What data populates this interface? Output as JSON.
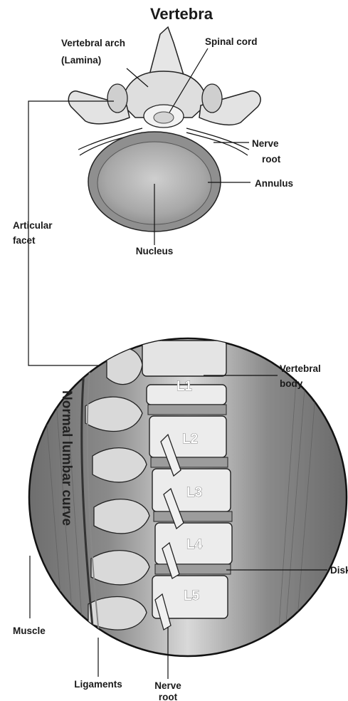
{
  "title": "Vertebra",
  "labels": {
    "vertebral_arch_line1": "Vertebral arch",
    "vertebral_arch_line2": "(Lamina)",
    "spinal_cord": "Spinal cord",
    "nerve_root_top_line1": "Nerve",
    "nerve_root_top_line2": "root",
    "annulus": "Annulus",
    "articular_facet_line1": "Articular",
    "articular_facet_line2": "facet",
    "nucleus": "Nucleus",
    "vertebral_body_line1": "Vertebral",
    "vertebral_body_line2": "body",
    "disk": "Disk",
    "muscle": "Muscle",
    "ligaments": "Ligaments",
    "nerve_root_bottom_line1": "Nerve",
    "nerve_root_bottom_line2": "root"
  },
  "curve_label": "Normal lumbar curve",
  "vertebra_levels": [
    "L1",
    "L2",
    "L3",
    "L4",
    "L5"
  ],
  "colors": {
    "bone": "#e6e6e6",
    "disk_outer": "#9a9a9a",
    "disk_inner": "#c8c8c8",
    "muscle": "#7d7d7d",
    "ink": "#111111"
  }
}
